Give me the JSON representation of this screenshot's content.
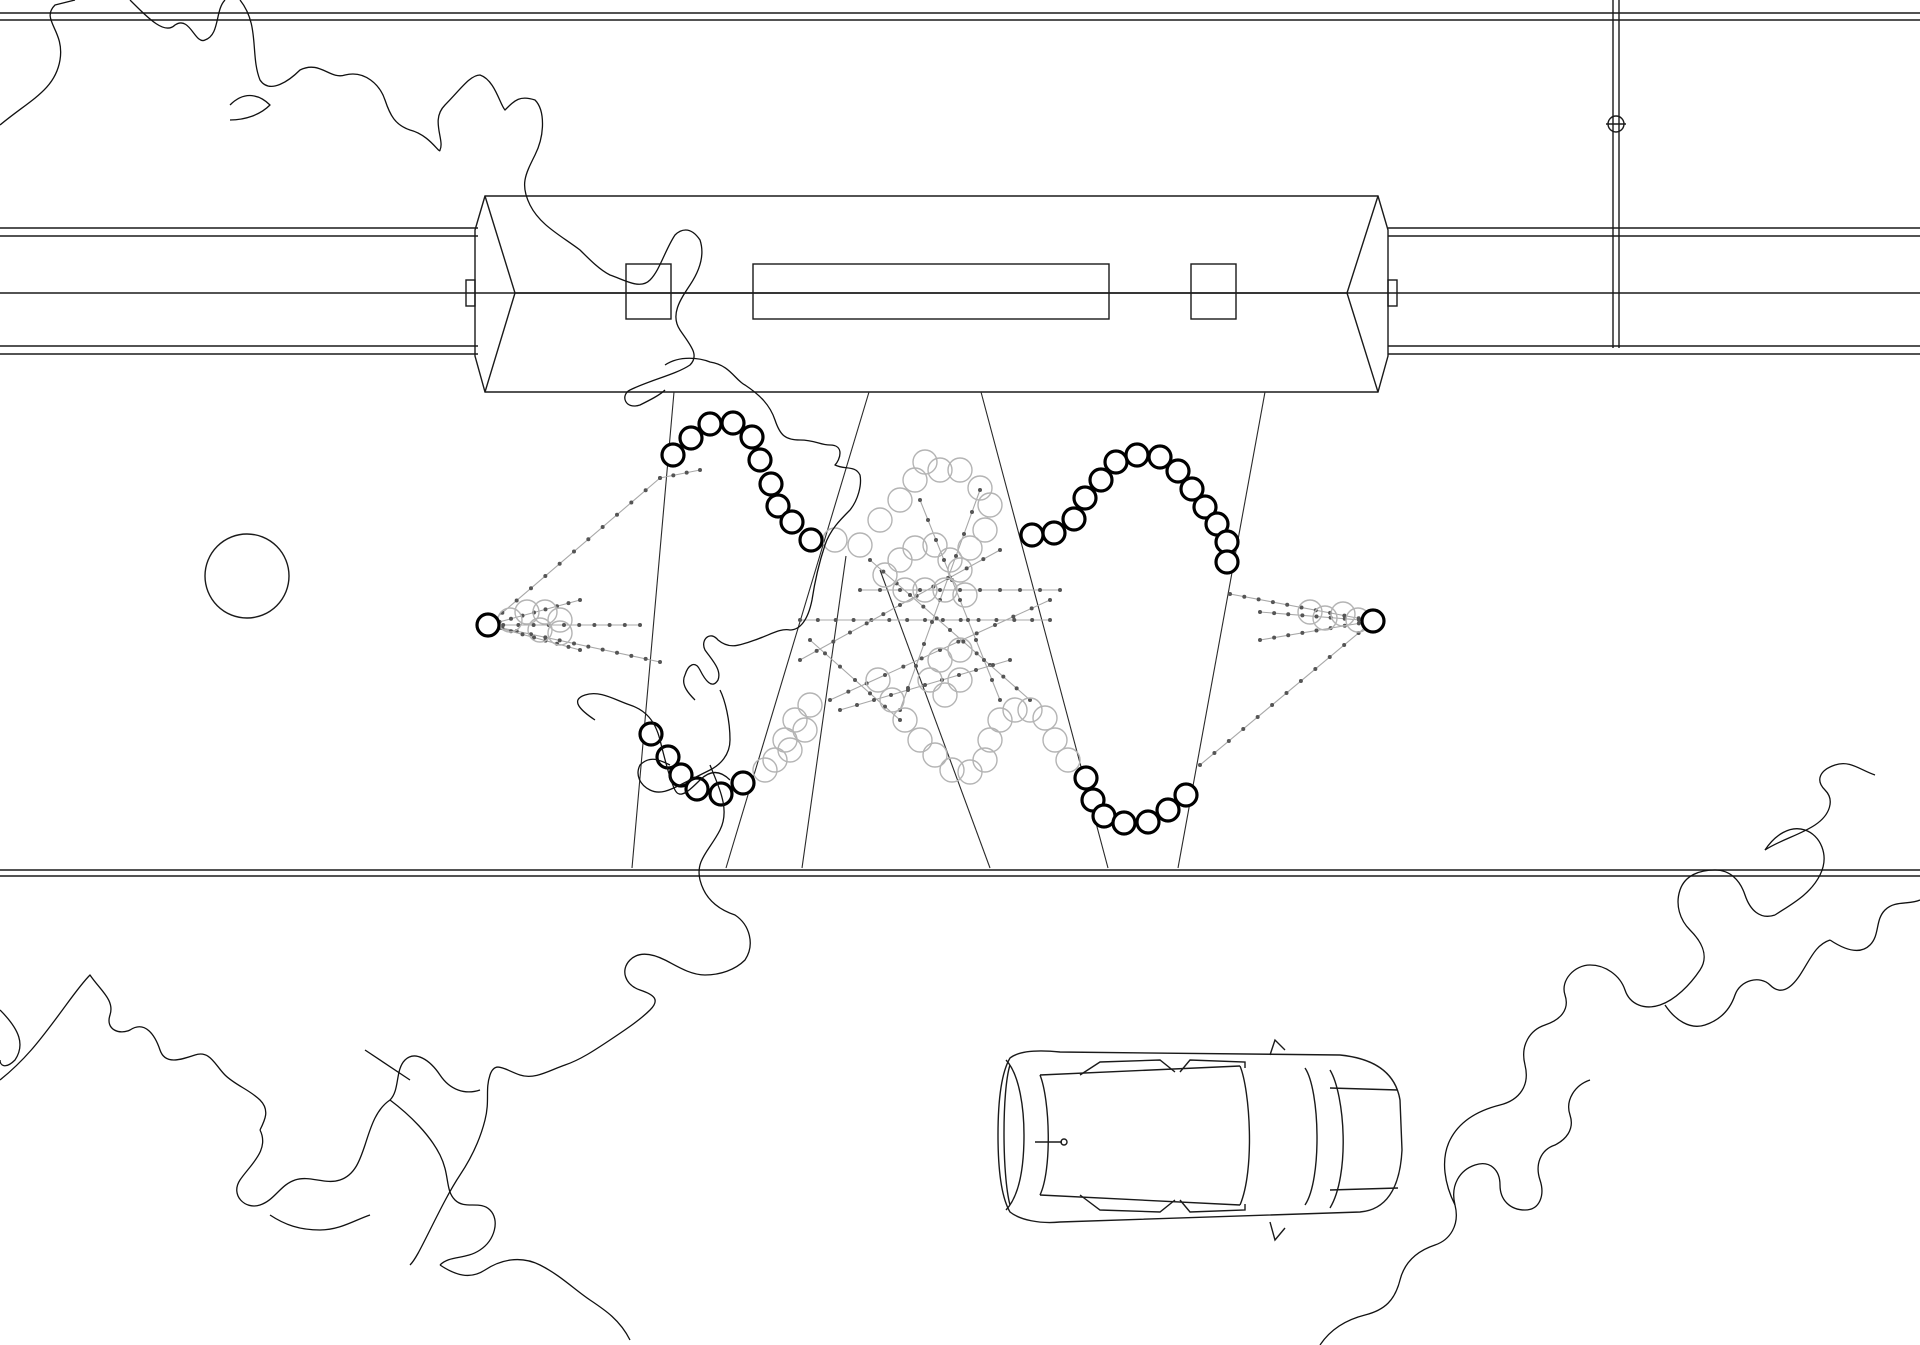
{
  "drawing": {
    "type": "site-plan-linework",
    "elements": [
      "road-edge-top",
      "vehicle-body-top",
      "street-sign-post",
      "road-centerline",
      "vehicle-body-bottom",
      "sidewalk-edge",
      "tram-vehicle",
      "tram-window-left",
      "tram-window-center",
      "tram-window-right",
      "platform-trapezoid-left",
      "platform-trapezoid-right",
      "ring-chain-wave",
      "tree-canopy-outline",
      "round-planter",
      "parked-car"
    ],
    "colors": {
      "ink": "#1a1a1a",
      "faint": "#a8a8a8",
      "ring": "#000000",
      "background": "#ffffff"
    }
  }
}
